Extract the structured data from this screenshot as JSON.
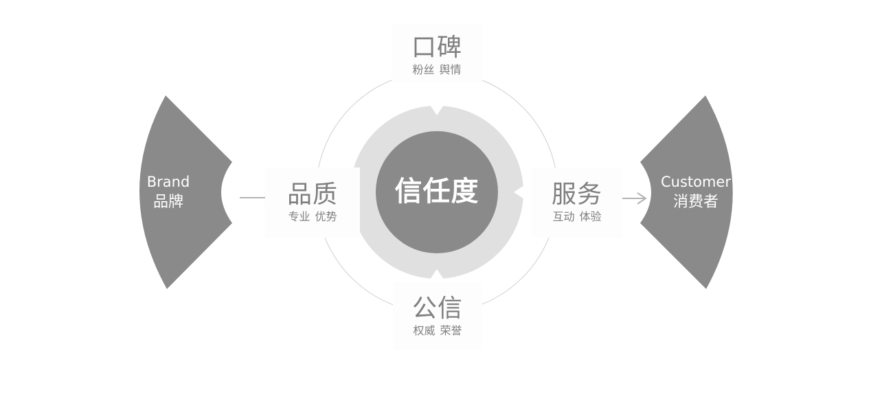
{
  "center": {
    "label": "信任度"
  },
  "left_fan": {
    "label_en": "Brand",
    "label_zh": "品牌"
  },
  "right_fan": {
    "label_en": "Customer",
    "label_zh": "消费者"
  },
  "nodes": {
    "top": {
      "title": "口碑",
      "subtitle": "粉丝 舆情"
    },
    "left": {
      "title": "品质",
      "subtitle": "专业 优势"
    },
    "right": {
      "title": "服务",
      "subtitle": "互动 体验"
    },
    "bottom": {
      "title": "公信",
      "subtitle": "权威 荣誉"
    }
  },
  "colors": {
    "dark_gray": "#8a8a8a",
    "ring_gray": "#e0e0e0",
    "text_gray": "#7f7f7f",
    "arrow_gray": "#b3b3b3",
    "orbit_line": "#cfcfcf"
  }
}
